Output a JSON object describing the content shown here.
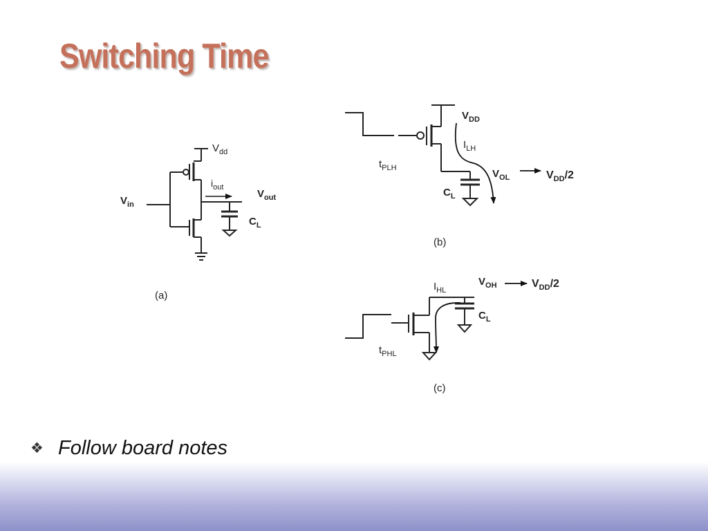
{
  "slide": {
    "title": "Switching Time",
    "bullets": [
      {
        "icon": "four-diamond-bullet-icon",
        "glyph": "❖",
        "text": "Follow board notes"
      }
    ]
  },
  "diagram": {
    "a": {
      "caption": "(a)",
      "vin": {
        "main": "V",
        "sub": "in"
      },
      "vdd": {
        "main": "V",
        "sub": "dd"
      },
      "iout": {
        "main": "i",
        "sub": "out"
      },
      "vout": {
        "main": "V",
        "sub": "out"
      },
      "cl": {
        "main": "C",
        "sub": "L"
      }
    },
    "b": {
      "caption": "(b)",
      "vdd": {
        "main": "V",
        "sub": "DD"
      },
      "i": {
        "main": "I",
        "sub": "LH"
      },
      "t": {
        "main": "t",
        "sub": "PLH"
      },
      "cl": {
        "main": "C",
        "sub": "L"
      },
      "v_from": {
        "main": "V",
        "sub": "OL"
      },
      "v_to": {
        "main": "V",
        "sub": "DD",
        "tail": "/2"
      }
    },
    "c": {
      "caption": "(c)",
      "i": {
        "main": "I",
        "sub": "HL"
      },
      "cl": {
        "main": "C",
        "sub": "L"
      },
      "t": {
        "main": "t",
        "sub": "PHL"
      },
      "v_from": {
        "main": "V",
        "sub": "OH"
      },
      "v_to": {
        "main": "V",
        "sub": "DD",
        "tail": "/2"
      }
    }
  }
}
